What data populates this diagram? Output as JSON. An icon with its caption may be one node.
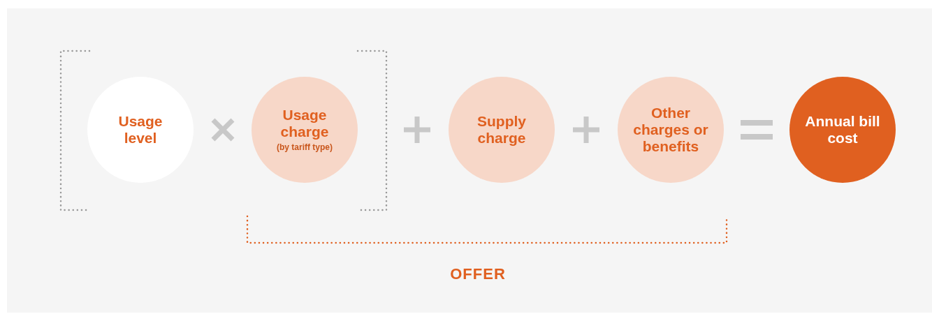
{
  "diagram": {
    "nodes": [
      {
        "text": [
          "Usage level"
        ]
      },
      {
        "text": [
          "Usage charge",
          "(by tariff type)"
        ]
      },
      {
        "text": [
          "Supply charge"
        ]
      },
      {
        "text": [
          "Other charges or benefits"
        ]
      },
      {
        "text": [
          "Annual bill cost"
        ]
      }
    ],
    "labels": [
      "OFFER"
    ]
  }
}
